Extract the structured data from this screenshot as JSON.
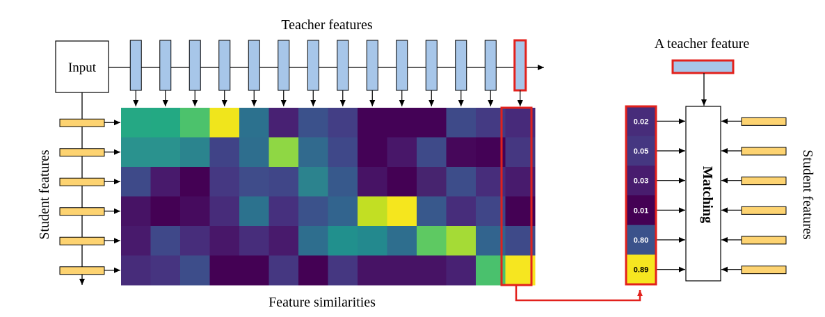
{
  "labels": {
    "input": "Input",
    "teacher_features": "Teacher features",
    "a_teacher_feature": "A teacher feature",
    "student_features_left": "Student features",
    "student_features_right": "Student features",
    "feature_similarities": "Feature similarities",
    "matching": "Matching"
  },
  "heatmap": {
    "rows": 6,
    "cols": 14,
    "colors": [
      [
        "#25a884",
        "#23a983",
        "#4cc26c",
        "#f0e51c",
        "#2c718e",
        "#482173",
        "#3b518b",
        "#433e85",
        "#440256",
        "#440256",
        "#440256",
        "#3e4a89",
        "#443a83",
        "#472a7a"
      ],
      [
        "#2a928e",
        "#2a928e",
        "#2b848e",
        "#404387",
        "#2e6e8e",
        "#8fd744",
        "#316a8e",
        "#3f4889",
        "#440256",
        "#481769",
        "#3e4a89",
        "#46075a",
        "#440256",
        "#453781"
      ],
      [
        "#3e4a89",
        "#481a6c",
        "#440154",
        "#453882",
        "#3f4c8a",
        "#404688",
        "#2c838e",
        "#37598c",
        "#471365",
        "#440154",
        "#47246f",
        "#3d4d8a",
        "#472d7b",
        "#481b6d"
      ],
      [
        "#471365",
        "#440154",
        "#460b5e",
        "#472c7a",
        "#2c728e",
        "#46307e",
        "#3b528b",
        "#32648e",
        "#c2df23",
        "#f5e61e",
        "#38588c",
        "#472d7b",
        "#404688",
        "#440154"
      ],
      [
        "#481a6c",
        "#3f4889",
        "#472d7b",
        "#481769",
        "#472d7b",
        "#481a6c",
        "#2e6e8e",
        "#21908d",
        "#23898e",
        "#2e6e8e",
        "#5ec962",
        "#a5db36",
        "#32648e",
        "#3e4a89"
      ],
      [
        "#472c7a",
        "#463480",
        "#3d4d8a",
        "#440154",
        "#440154",
        "#453781",
        "#440154",
        "#453781",
        "#471365",
        "#471365",
        "#471365",
        "#482173",
        "#4ac16d",
        "#f6e620"
      ]
    ]
  },
  "selected_column": {
    "values": [
      "0.02",
      "0.05",
      "0.03",
      "0.01",
      "0.80",
      "0.89"
    ],
    "colors": [
      "#472c7a",
      "#453781",
      "#481c6e",
      "#440154",
      "#3b528b",
      "#f6e620"
    ],
    "text_colors": [
      "#ffffff",
      "#ffffff",
      "#ffffff",
      "#ffffff",
      "#ffffff",
      "#000000"
    ]
  },
  "colors": {
    "teacher_feature_fill": "#a7c6e9",
    "student_feature_fill": "#fdd371",
    "highlight": "#e2211c"
  }
}
